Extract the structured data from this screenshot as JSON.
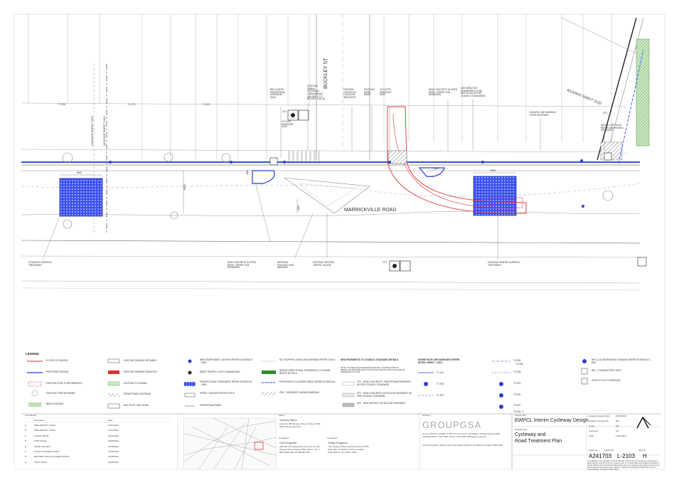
{
  "plan": {
    "street_buckley": "BUCKLEY ST",
    "street_marrickville": "MARRICKVILLE ROAD",
    "adjoins_left": "ADJOINS SHEET 2104",
    "adjoins_left2": "ADJOINS SHEET 2102",
    "adjoins_right": "ADJOINS SHEET 2102",
    "callouts": {
      "relocated_crossing": "RELOCATED PEDESTRIAN CROSSING SIGN",
      "existing_zebra": "EXISTING ZEBRA CROSSING LINEMARKING (VALIDATE TO BE KEPT GOOD)",
      "existing_lamppost": "EXISTING LIGHTPOLE LOCATION INDICATIVE",
      "existing_kerb": "EXISTING KERB RAMP",
      "cyclists_dismount": "CYCLISTS DISMOUNT SIGN",
      "new_kerb_outstand": "NEW CONCRETE SLOPED KERB - REFER CIVIL DRAWINGS",
      "any_impacted": "ANY IMPACTED DOWNPIPES TO BE REPLACED AS PER COUNCIL STANDARDS",
      "hazard_marking": "HAZARD LINE MARKING OVER DRIVEWAY",
      "install_wayfinding": "INSTALL WF2 SIGN REFER WAYFINDING SCHEDULE",
      "new_concrete_outstand": "NEW CONCRETE SLOPED KERB - REFER CIVIL DRAWINGS",
      "refresh_linemarking": "REFRESH EXISTING LINE MARKING",
      "existing_island": "EXISTING CENTRAL TRAFFIC ISLAND",
      "onroad_painted": "ON-ROAD PAINTED SURFACE TREATMENT",
      "painted_surface": "D PAINTED SURFACE TREATMENT",
      "cyclist_dismount_sign": "CYCLIST DISMOUNT SIGN"
    },
    "dims": [
      "8000",
      "13000",
      "4000",
      "9000",
      "3500",
      "4000"
    ],
    "sign_labels": [
      "CP1",
      "CP1",
      "CP1",
      "T1 CP1",
      "T1 S07",
      "T1 D01",
      "T2 D06"
    ]
  },
  "legend": {
    "title": "LEGEND",
    "col1": [
      "EXTENT OF WORKS",
      "PROPOSED DESIGN",
      "EXISTING ITEM TO BE REMOVED",
      "EXISTING TREE RETAINED",
      "NEW PLANTING"
    ],
    "col2": [
      "EXISTING PARKING RETAINED",
      "EXISTING PARKING REMOVED",
      "EXISTING CYCLEWAY",
      "PEDESTRIAN CROSSING",
      "BUS STOP / BUS ZONE"
    ],
    "col3": [
      "NEW TEMPORARY LIGHTING REFER SCHEDULE - L0BC",
      "BIKES TRAFFIC LOGO LINEMARKING",
      "PAINTED ROAD TREATMENT REFER SCHEDULE - L0BC",
      "SPEED CUSHION REFER CIVILS",
      "PEDESTRIAN RAMP"
    ],
    "col4": [
      "NO STOPPING ZONE LINE MARKING REFER CIVILS",
      "NEW BI-DIRECTIONAL SEPARATED CYCLEWAY REFER DETAILS",
      "PROPOSED COLOURED FENCE REFER SCHEDULE",
      "PM1 - PAVEMENT HAZARD MARKING"
    ],
    "col5_title": "NEW PAVEMENTS TO COUNCIL STANDARD DETAILS",
    "col5_note": "NOTE: TO REPLACE DAMAGED EXISTING. CONTRACTOR TO DEMOLISH AND REPLACE TO EXISTING SHOWN ON PLANS AND AS OBSERVED ON SITE",
    "col5": [
      "CP1 - NEW CONCRETE / PEDESTRIAN PAVEMENT AS PER COUNCIL STANDARD",
      "CP2 - NEW CONCRETE VEHICULAR PAVEMENT AS PER COUNCIL STANDARD",
      "AP1 - NEW ASPHALT VEHICULAR PAVEMENT"
    ],
    "col6_title": "SHARE PATH LINE MARKINGS REFER DETAIL SHEET L-1903",
    "col6": [
      "T1 L01",
      "T1 S01",
      "T1 S07"
    ],
    "col7": [
      "T2 D02",
      "T2 D06",
      "T3 S13",
      "T3 D01",
      "T3 S07",
      "T3 D05 - L"
    ],
    "col8": [
      "WF (1-13) WAYFINDING SIGNAGE REFER SCHEDULE L-0BC",
      "WS - 1 SHARED PATH SIGN",
      "G9-50 CYCLIST DISMOUNT"
    ]
  },
  "revisions": {
    "header": [
      "Amendment",
      "Description",
      "Date"
    ],
    "rows": [
      [
        "A",
        "PRELIMINARY ISSUE",
        "12/04/2024"
      ],
      [
        "B",
        "PRELIMINARY ISSUE",
        "17/04/2024"
      ],
      [
        "C",
        "CLIENT ISSUE",
        "23/04/2024"
      ],
      [
        "D",
        "100% ISSUE",
        "03/05/2024"
      ],
      [
        "E",
        "ISSUE FOR RFA",
        "16/05/2024"
      ],
      [
        "F",
        "FINAL DOCUMENTATION",
        "31/05/2024"
      ],
      [
        "G",
        "REVISED FINAL DOCUMENTATION",
        "07/06/2024"
      ],
      [
        "H",
        "FINAL ISSUE",
        "20/06/2024"
      ]
    ]
  },
  "client": {
    "label": "Client",
    "name": "Sydney Metro",
    "address": "Level 43, 680 George Street, Sydney NSW 2000 sydneymetro.info"
  },
  "consultants": {
    "label1": "Consultant",
    "label2": "Consultant",
    "civil_title": "Civil Engineer",
    "civil": "AECOM Consultants Pty Ltd Level 21, 420 George Street Sydney NSW 2000 T +61 2 8934 0000 ABN 20 093 846 925",
    "traffic_title": "Traffic Engineer",
    "traffic": "The Transport Planning Partnership (TTPP) Suite 402, 22 Atchison St St Leonards NSW 2065 T +61 2 8437 7800"
  },
  "architect": {
    "label": "Architect",
    "logo": "GROUPGSA",
    "address": "Group GSA Pty Ltd ABN 76 002 711 773 Level 7, 80 William St East Sydney NSW Australia 2011 T +612 9361 4144 F +612 9332 3458 group gsa.com",
    "note": "Architects (Harris design intent) Nominated architect Lisa-Maree Carrigan NSW 7538"
  },
  "title_block": {
    "project_label": "Project Title",
    "project": "EWPCL Interim Cycleway Design",
    "drawing_label": "Drawing Title",
    "drawing_title_l1": "Cycleway and",
    "drawing_title_l2": "Road Treatment Plan",
    "fields": [
      [
        "Drawing Created Date",
        "20/06/2024"
      ],
      [
        "Drawing Checked By",
        "MR"
      ],
      [
        "Drawn",
        "MD"
      ],
      [
        "Approved",
        "GS"
      ],
      [
        "Scale",
        "1:250 @A1"
      ]
    ],
    "project_no_label": "Project No",
    "drawing_no_label": "Drawing No",
    "issue_label": "Issue No",
    "project_no": "A241703",
    "drawing_no": "L-2103",
    "issue": "H",
    "copyright": "This drawing is the copyright of Group GSA Pty Ltd and may not be altered, reproduced or transmitted in any form or by any means in part or in whole without the written permission of Group GSA Pty Ltd. All levels and dimensions are to be checked and verified on site prior to the commencement of any work, making or ordering of workshop of fabrication. Do not scale drawings, use figured dimensions."
  },
  "colors": {
    "blue": "#2a3fd0",
    "red": "#e03030",
    "grey": "#9a9a9a",
    "black": "#111111"
  }
}
